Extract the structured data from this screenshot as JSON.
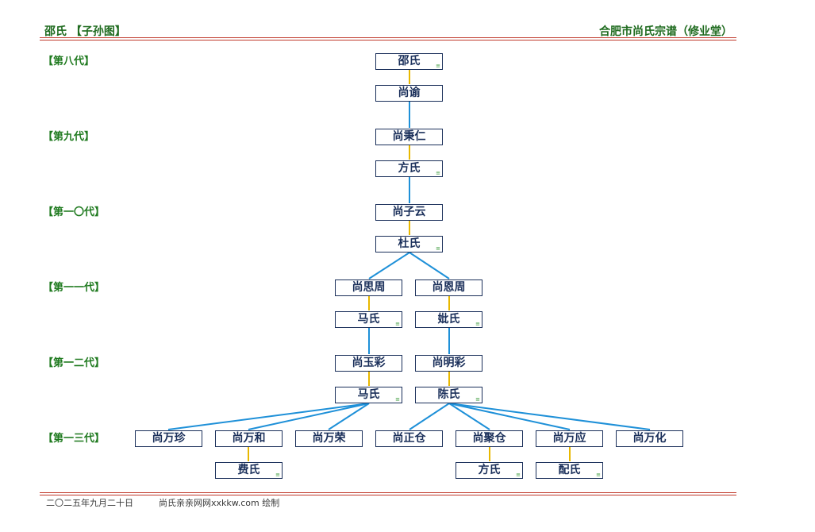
{
  "header": {
    "left": "邵氏 【子孙图】",
    "right": "合肥市尚氏宗谱（修业堂）"
  },
  "generations": [
    "【第八代】",
    "【第九代】",
    "【第一〇代】",
    "【第一一代】",
    "【第一二代】",
    "【第一三代】"
  ],
  "persons": [
    {
      "id": "p1",
      "name": "邵氏",
      "mark": true
    },
    {
      "id": "p2",
      "name": "尚谕",
      "mark": false
    },
    {
      "id": "p3",
      "name": "尚秉仁",
      "mark": false
    },
    {
      "id": "p4",
      "name": "方氏",
      "mark": true
    },
    {
      "id": "p5",
      "name": "尚子云",
      "mark": false
    },
    {
      "id": "p6",
      "name": "杜氏",
      "mark": true
    },
    {
      "id": "p7",
      "name": "尚思周",
      "mark": false
    },
    {
      "id": "p8",
      "name": "尚恩周",
      "mark": false
    },
    {
      "id": "p9",
      "name": "马氏",
      "mark": true
    },
    {
      "id": "p10",
      "name": "妣氏",
      "mark": true
    },
    {
      "id": "p11",
      "name": "尚玉彩",
      "mark": false
    },
    {
      "id": "p12",
      "name": "尚明彩",
      "mark": false
    },
    {
      "id": "p13",
      "name": "马氏",
      "mark": true
    },
    {
      "id": "p14",
      "name": "陈氏",
      "mark": true
    },
    {
      "id": "p15",
      "name": "尚万珍",
      "mark": false
    },
    {
      "id": "p16",
      "name": "尚万和",
      "mark": false
    },
    {
      "id": "p17",
      "name": "尚万荣",
      "mark": false
    },
    {
      "id": "p18",
      "name": "尚正仓",
      "mark": false
    },
    {
      "id": "p19",
      "name": "尚聚仓",
      "mark": false
    },
    {
      "id": "p20",
      "name": "尚万应",
      "mark": false
    },
    {
      "id": "p21",
      "name": "尚万化",
      "mark": false
    },
    {
      "id": "p22",
      "name": "费氏",
      "mark": true
    },
    {
      "id": "p23",
      "name": "方氏",
      "mark": true
    },
    {
      "id": "p24",
      "name": "配氏",
      "mark": true
    }
  ],
  "mark_glyph": "≡",
  "colors": {
    "spouse_line": "#e8b800",
    "child_line": "#1e90d8",
    "box_border": "#1a2f5a",
    "header_text": "#1f6b1f",
    "rule": "#c0392b"
  },
  "footer": {
    "date": "二〇二五年九月二十日",
    "credit": "尚氏亲亲网网xxkkw.com 绘制"
  }
}
